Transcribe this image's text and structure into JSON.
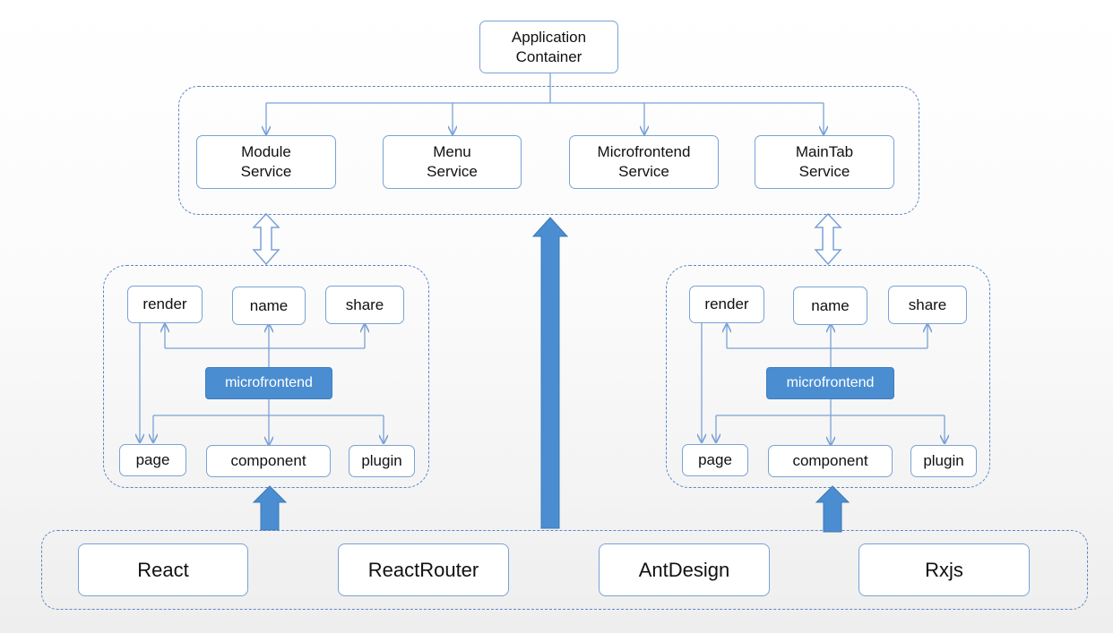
{
  "root": {
    "label": "Application\nContainer"
  },
  "services": [
    {
      "label": "Module\nService"
    },
    {
      "label": "Menu\nService"
    },
    {
      "label": "Microfrontend\nService"
    },
    {
      "label": "MainTab\nService"
    }
  ],
  "mf_left": {
    "center": "microfrontend",
    "top": [
      "render",
      "name",
      "share"
    ],
    "bottom": [
      "page",
      "component",
      "plugin"
    ]
  },
  "mf_right": {
    "center": "microfrontend",
    "top": [
      "render",
      "name",
      "share"
    ],
    "bottom": [
      "page",
      "component",
      "plugin"
    ]
  },
  "libraries": [
    {
      "label": "React"
    },
    {
      "label": "ReactRouter"
    },
    {
      "label": "AntDesign"
    },
    {
      "label": "Rxjs"
    }
  ],
  "colors": {
    "line": "#7aa2d6",
    "dash": "#5b87c5",
    "arrow_fill": "#4a8ed1",
    "core_fill": "#4a8ed1"
  }
}
